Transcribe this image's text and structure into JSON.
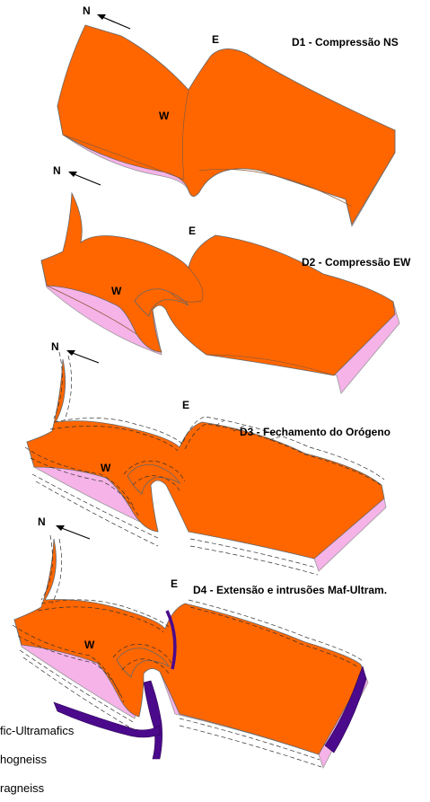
{
  "stages": [
    {
      "id": "d1",
      "title": "D1 - Compressão NS",
      "north": "N",
      "east": "E",
      "west": "W"
    },
    {
      "id": "d2",
      "title": "D2 - Compressão EW",
      "north": "N",
      "east": "E",
      "west": "W"
    },
    {
      "id": "d3",
      "title": "D3 - Fechamento do Orógeno",
      "north": "N",
      "east": "E",
      "west": "W"
    },
    {
      "id": "d4",
      "title": "D4 - Extensão e intrusões Maf-Ultram.",
      "north": "N",
      "east": "E",
      "west": "W"
    }
  ],
  "legend": [
    {
      "label": "fic-Ultramafics",
      "color": "#4b0a8c"
    },
    {
      "label": "hogneiss",
      "color": "#ff6600"
    },
    {
      "label": "ragneiss",
      "color": "#f5b3e8"
    }
  ],
  "colors": {
    "orthogneiss": "#ff6600",
    "paragneiss": "#f5b3e8",
    "mafic": "#4b0a8c"
  }
}
